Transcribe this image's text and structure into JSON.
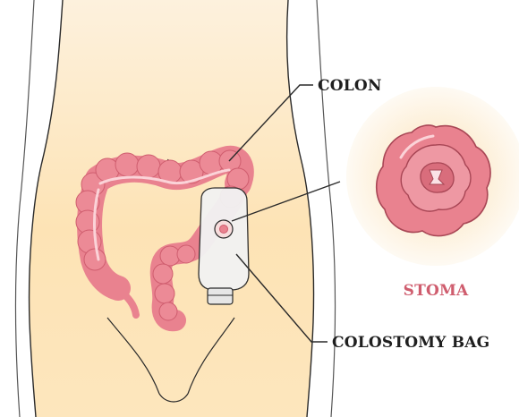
{
  "labels": {
    "colon": "COLON",
    "stoma": "STOMA",
    "colostomy_bag": "COLOSTOMY BAG"
  },
  "colors": {
    "skin_fill": "#fde6bd",
    "skin_outline": "#2a2a2a",
    "colon_fill": "#e9828f",
    "colon_dark": "#cf5d6e",
    "stoma_label": "#cf5d6e",
    "bag_fill": "#f2f2f2",
    "text": "#1f1f1f"
  }
}
